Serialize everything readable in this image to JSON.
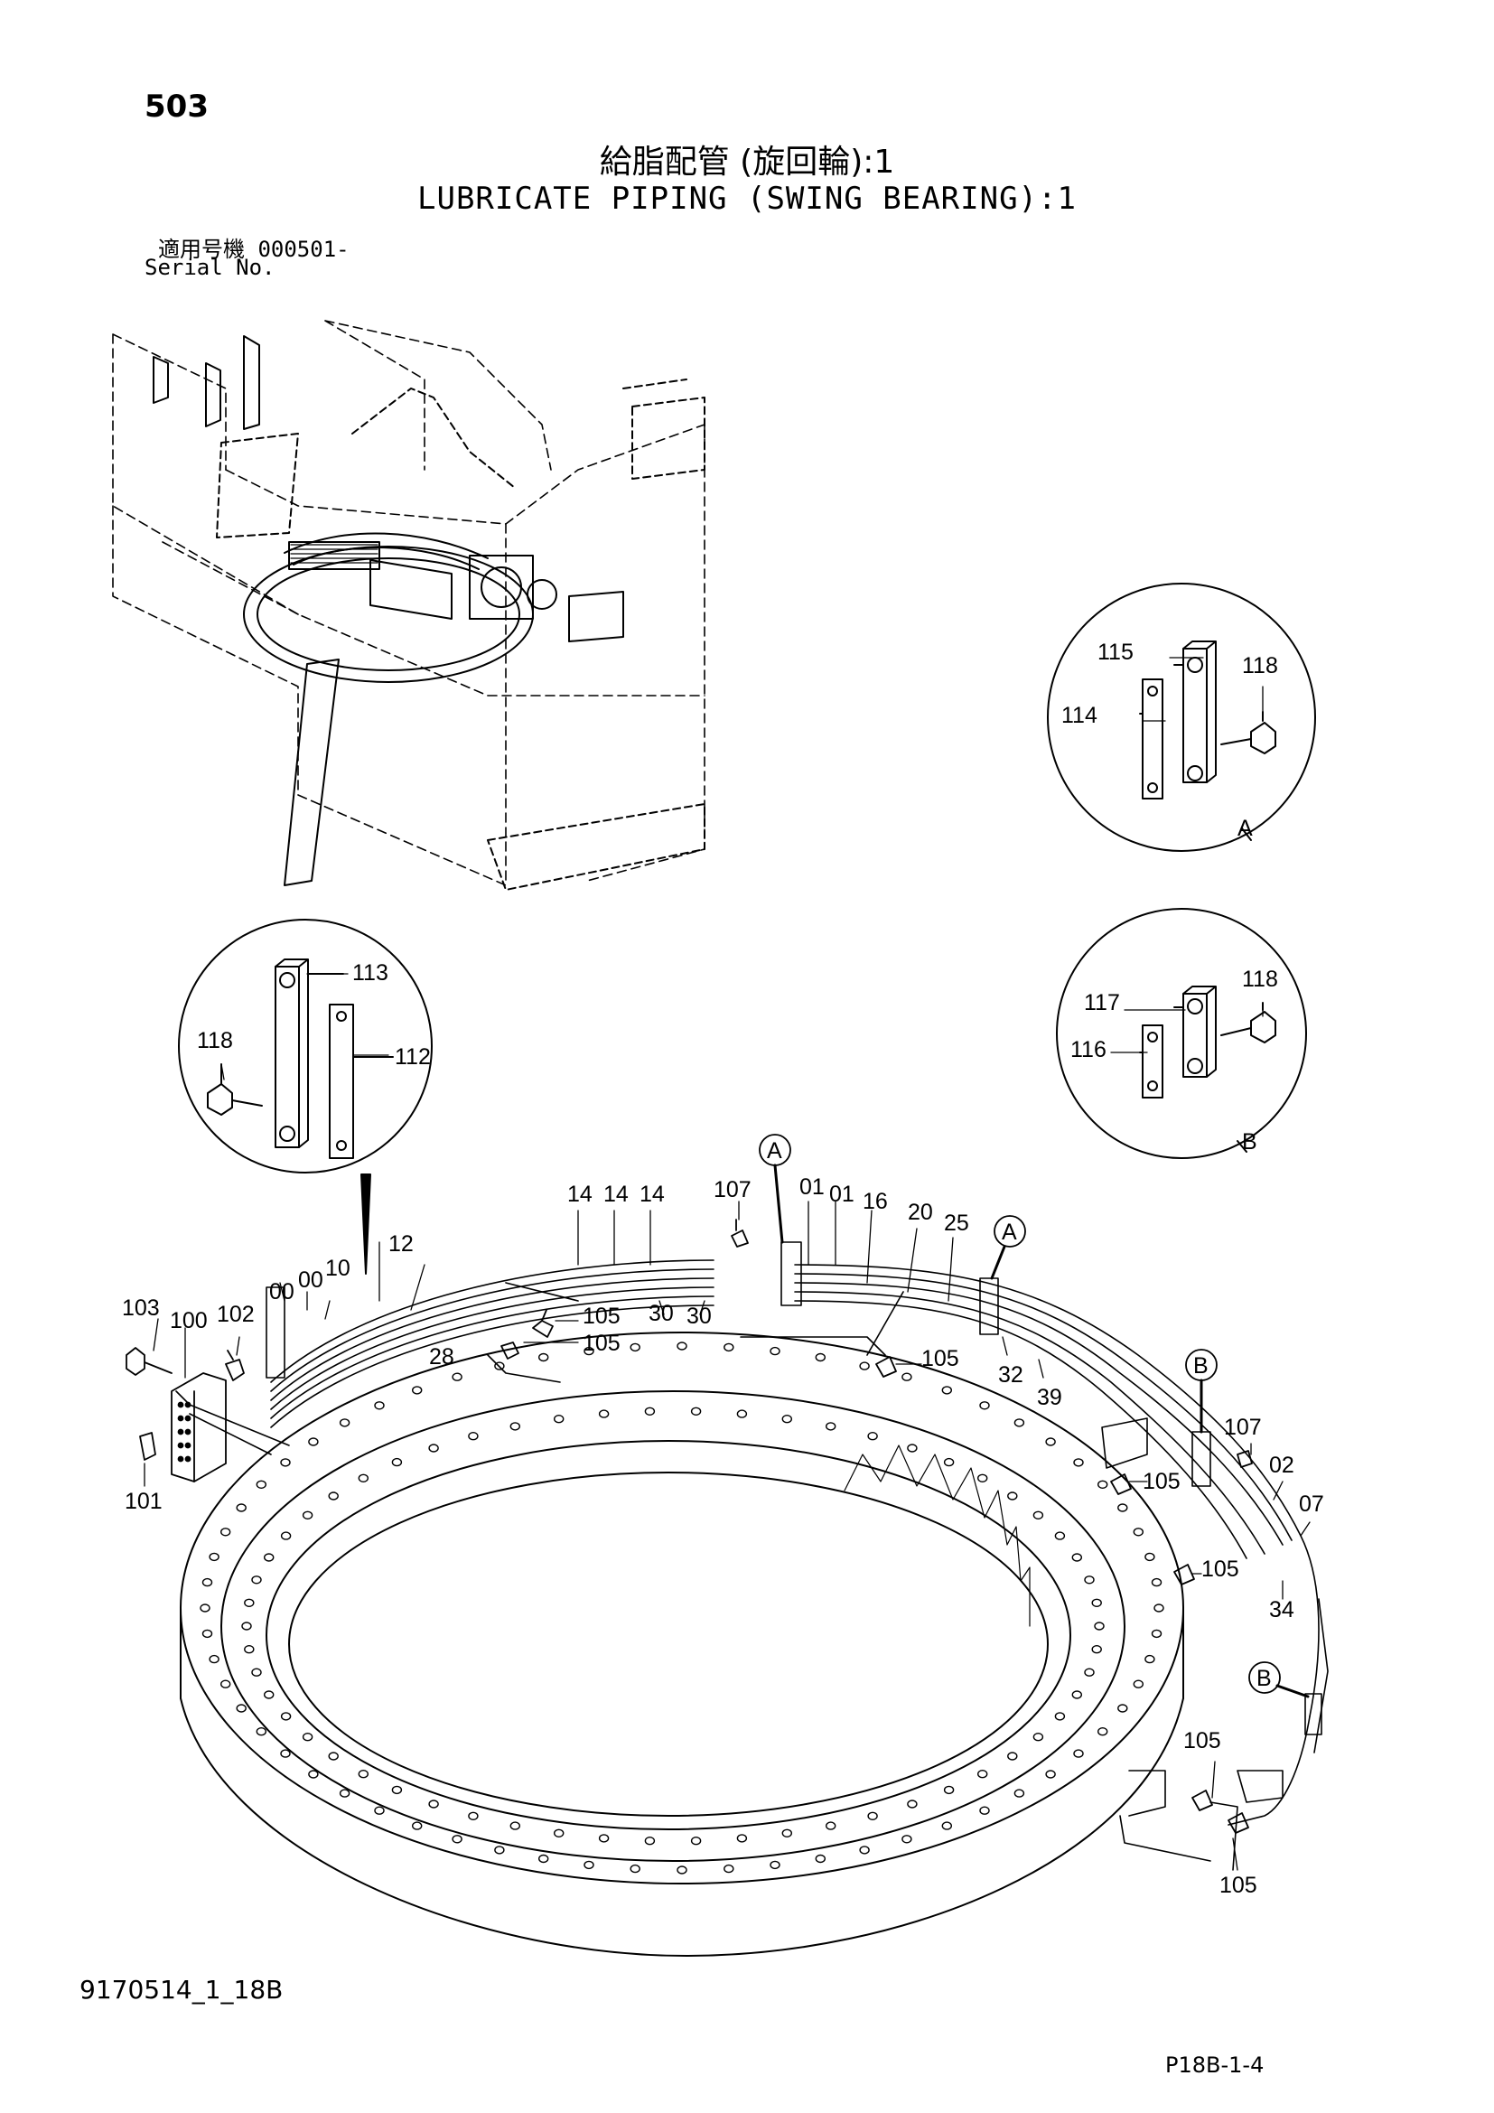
{
  "page_number": "503",
  "title_jp": "給脂配管 (旋回輪):1",
  "title_en": "LUBRICATE PIPING (SWING BEARING):1",
  "serial_jp": "適用号機  000501-",
  "serial_en": "Serial No.",
  "drawing_code": "9170514_1_18B",
  "page_code": "P18B-1-4",
  "detail_markers": {
    "a": "A",
    "b": "B"
  },
  "callouts": {
    "c01a": "01",
    "c01b": "01",
    "c02": "02",
    "c07": "07",
    "c00a": "00",
    "c00b": "00",
    "c10": "10",
    "c12": "12",
    "c14a": "14",
    "c14b": "14",
    "c14c": "14",
    "c16": "16",
    "c20": "20",
    "c25": "25",
    "c28": "28",
    "c30a": "30",
    "c30b": "30",
    "c32": "32",
    "c34": "34",
    "c39": "39",
    "c100": "100",
    "c101": "101",
    "c102": "102",
    "c103": "103",
    "c105a": "105",
    "c105b": "105",
    "c105c": "105",
    "c105d": "105",
    "c105e": "105",
    "c105f": "105",
    "c105g": "105",
    "c107a": "107",
    "c107b": "107",
    "c112": "112",
    "c113": "113",
    "c114": "114",
    "c115": "115",
    "c116": "116",
    "c117": "117",
    "c118a": "118",
    "c118b": "118",
    "c118c": "118"
  }
}
